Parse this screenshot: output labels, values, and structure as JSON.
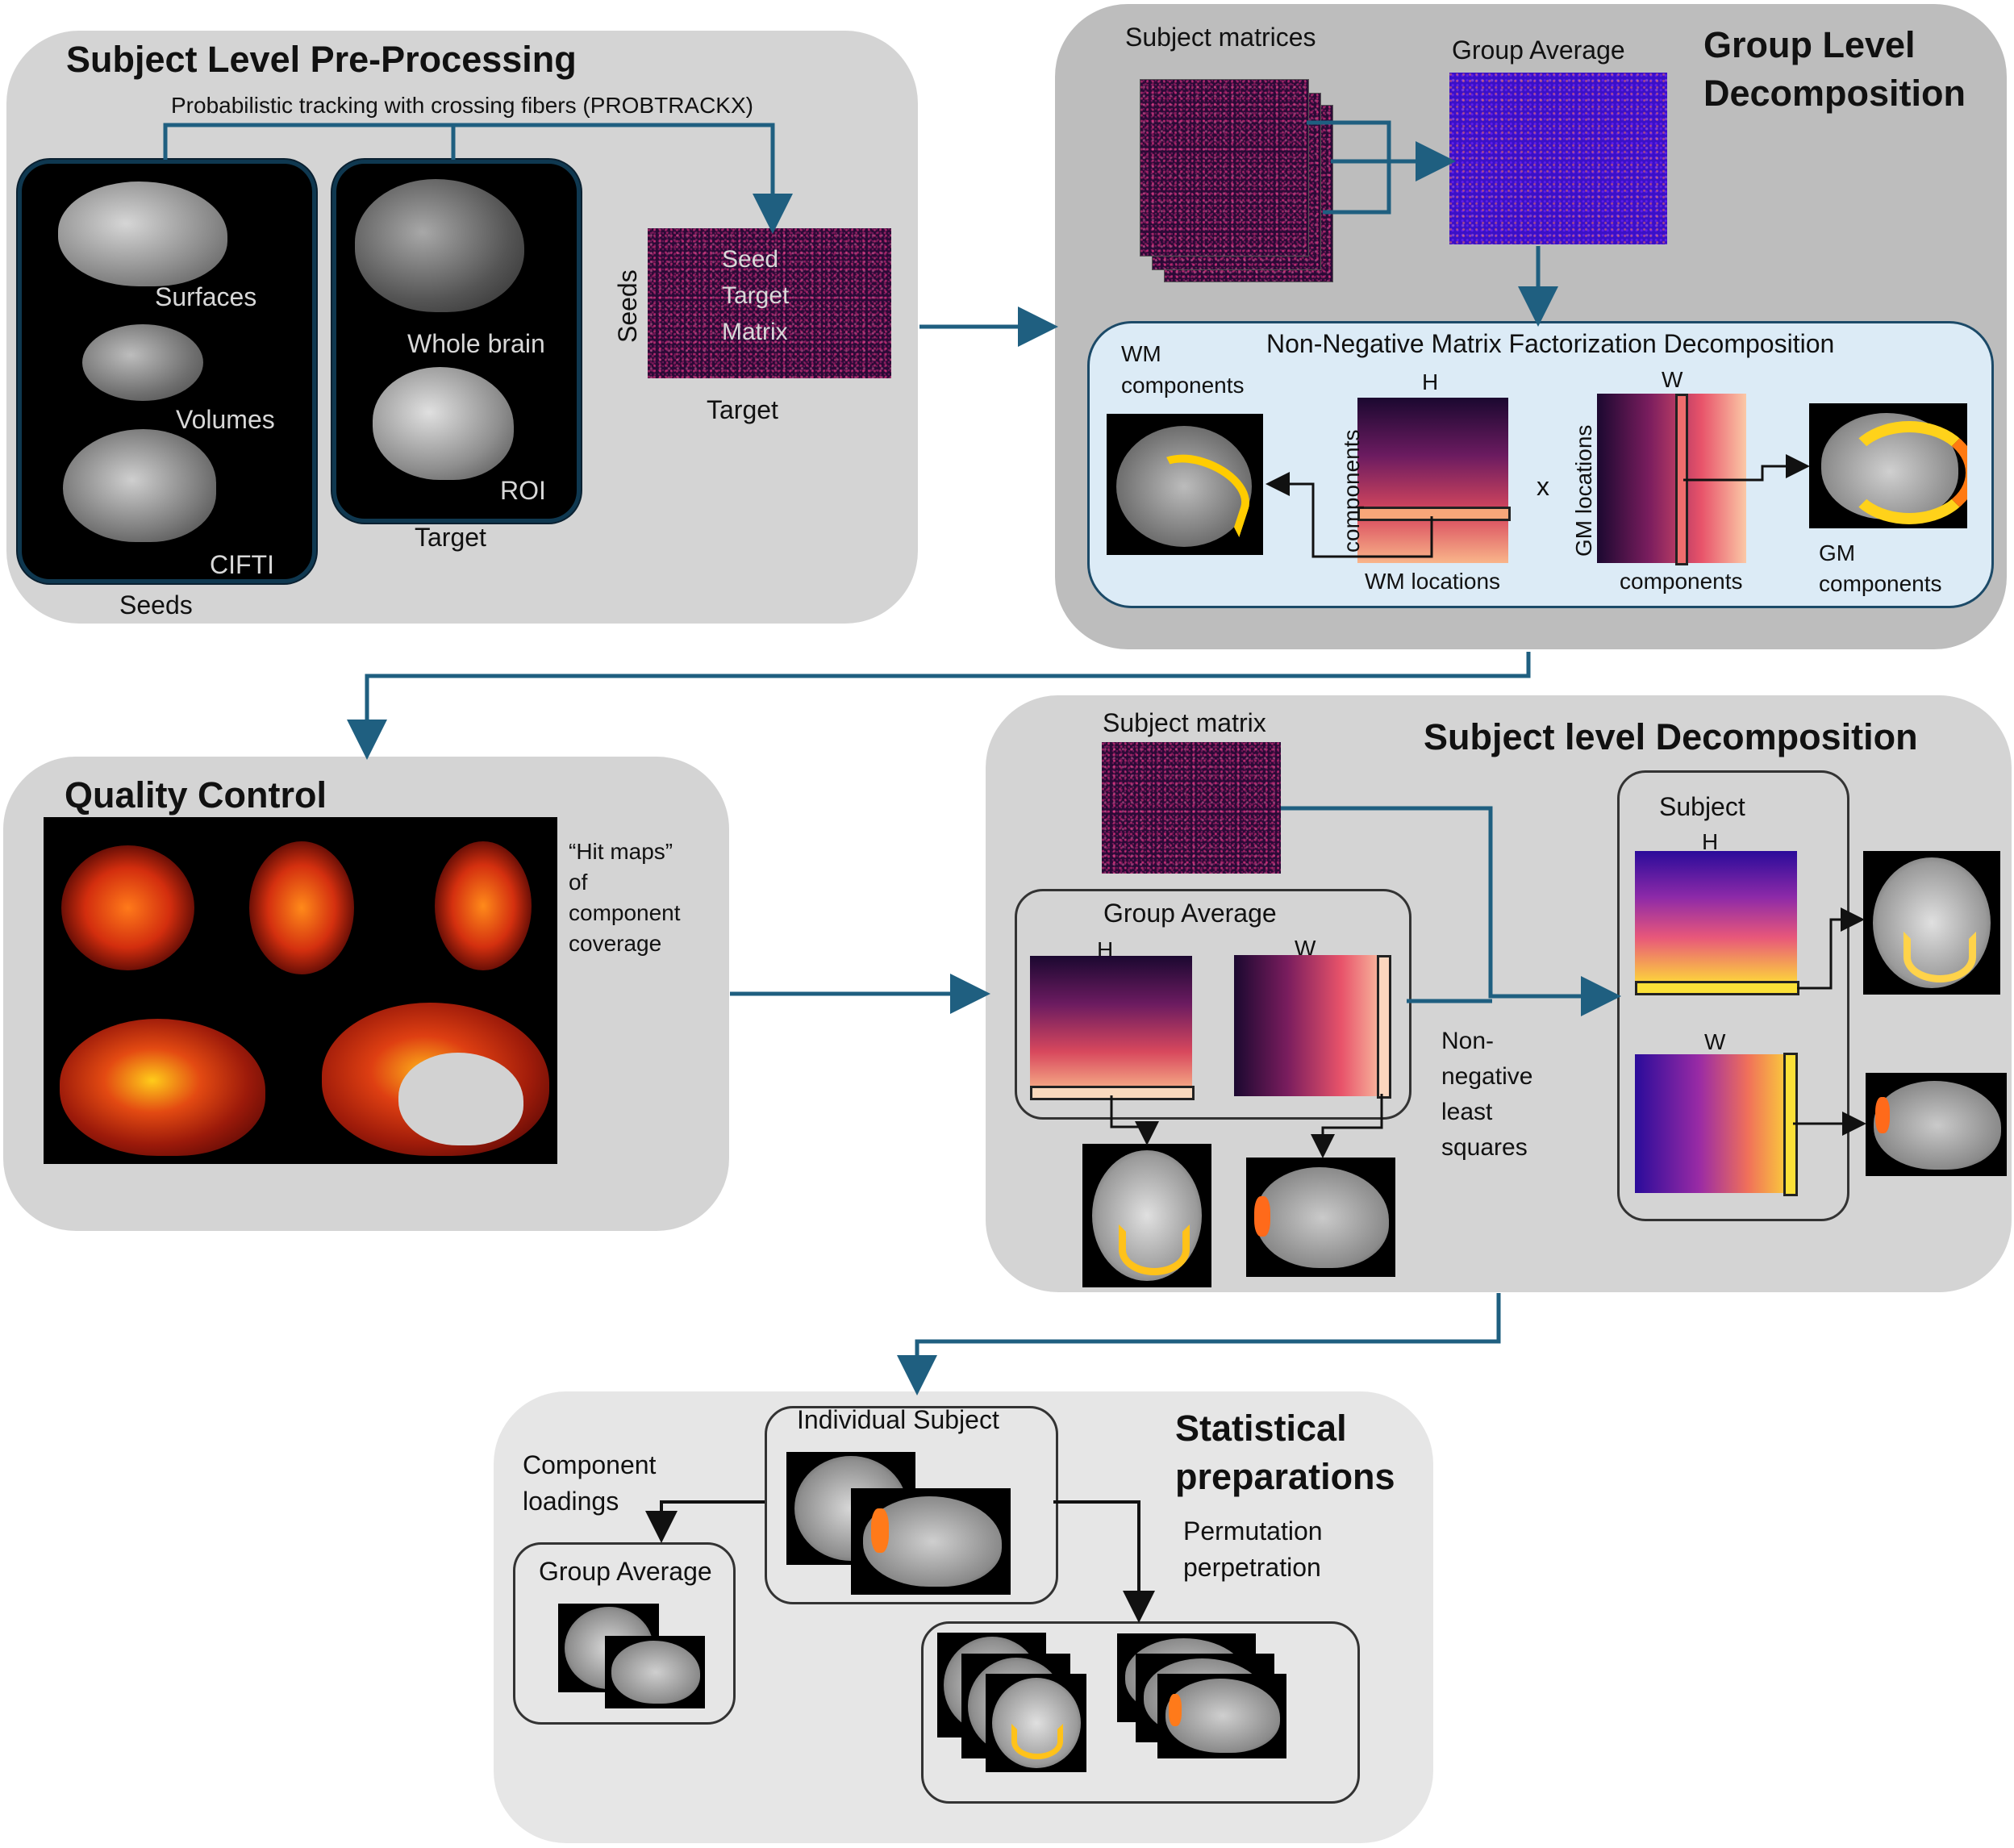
{
  "panels": {
    "pre": {
      "title": "Subject Level Pre-Processing",
      "tracking": "Probabilistic tracking with crossing fibers (PROBTRACKX)",
      "seed_labels": [
        "Surfaces",
        "Volumes",
        "CIFTI"
      ],
      "seeds_caption": "Seeds",
      "target_labels": [
        "Whole brain",
        "ROI"
      ],
      "target_caption": "Target",
      "matrix_lines": [
        "Seed",
        "Target",
        "Matrix"
      ],
      "matrix_side": "Seeds",
      "matrix_bottom": "Target"
    },
    "group": {
      "title_1": "Group Level",
      "title_2": "Decomposition",
      "subject_matrices": "Subject matrices",
      "group_average": "Group Average",
      "nmf_title": "Non-Negative Matrix Factorization Decomposition",
      "wm_components_1": "WM",
      "wm_components_2": "components",
      "h_label": "H",
      "w_label": "W",
      "components_vertical": "components",
      "x_sign": "x",
      "gm_locations_vertical": "GM locations",
      "wm_locations": "WM locations",
      "components_bottom": "components",
      "gm_components_1": "GM",
      "gm_components_2": "components"
    },
    "qc": {
      "title": "Quality Control",
      "note": [
        "“Hit maps”",
        "of",
        "component",
        "coverage"
      ]
    },
    "subj": {
      "title": "Subject level Decomposition",
      "subject_matrix": "Subject matrix",
      "group_average": "Group Average",
      "h_label": "H",
      "w_label": "W",
      "nnls": [
        "Non-",
        "negative",
        "least",
        "squares"
      ],
      "subject": "Subject",
      "subject_h": "H",
      "subject_w": "W"
    },
    "stats": {
      "title_1": "Statistical",
      "title_2": "preparations",
      "individual_subject": "Individual Subject",
      "component_loadings": [
        "Component",
        "loadings"
      ],
      "group_average": "Group Average",
      "permutation": [
        "Permutation",
        "perpetration"
      ]
    }
  },
  "colors": {
    "arrow": "#1f5f80",
    "panel_gray": "#d4d4d4",
    "panel_dark": "#bdbdbd",
    "nmf_bg": "#dcebf6"
  }
}
